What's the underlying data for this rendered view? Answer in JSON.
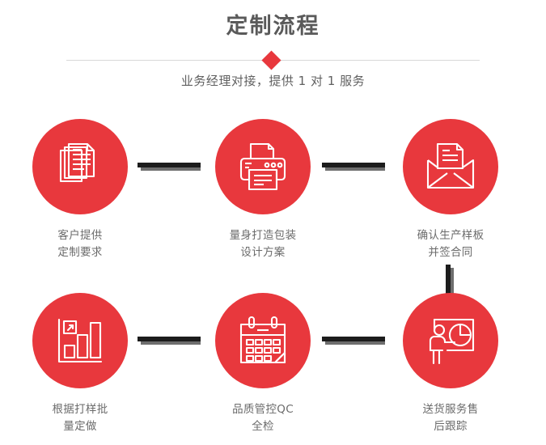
{
  "header": {
    "title": "定制流程",
    "subtitle": "业务经理对接，提供 1 对 1 服务",
    "divider_icon": "diamond-icon",
    "accent_color": "#e8383d",
    "title_color": "#5a5a5a",
    "divider_color": "#d8d8d8"
  },
  "flow": {
    "connector_color": "#1c1c1c",
    "connector_shadow_color": "#6e6e6e",
    "circle_color": "#e8383d",
    "label_color": "#6b6b6b",
    "steps": [
      {
        "index": 1,
        "icon": "documents-stack-icon",
        "label_line1": "客户提供",
        "label_line2": "定制要求"
      },
      {
        "index": 2,
        "icon": "printer-icon",
        "label_line1": "量身打造包装",
        "label_line2": "设计方案"
      },
      {
        "index": 3,
        "icon": "envelope-document-icon",
        "label_line1": "确认生产样板",
        "label_line2": "并签合同"
      },
      {
        "index": 4,
        "icon": "bar-chart-growth-icon",
        "label_line1": "根据打样批",
        "label_line2": "量定做"
      },
      {
        "index": 5,
        "icon": "calendar-icon",
        "label_line1": "品质管控QC",
        "label_line2": "全检"
      },
      {
        "index": 6,
        "icon": "presenter-pie-chart-icon",
        "label_line1": "送货服务售",
        "label_line2": "后跟踪"
      }
    ]
  }
}
